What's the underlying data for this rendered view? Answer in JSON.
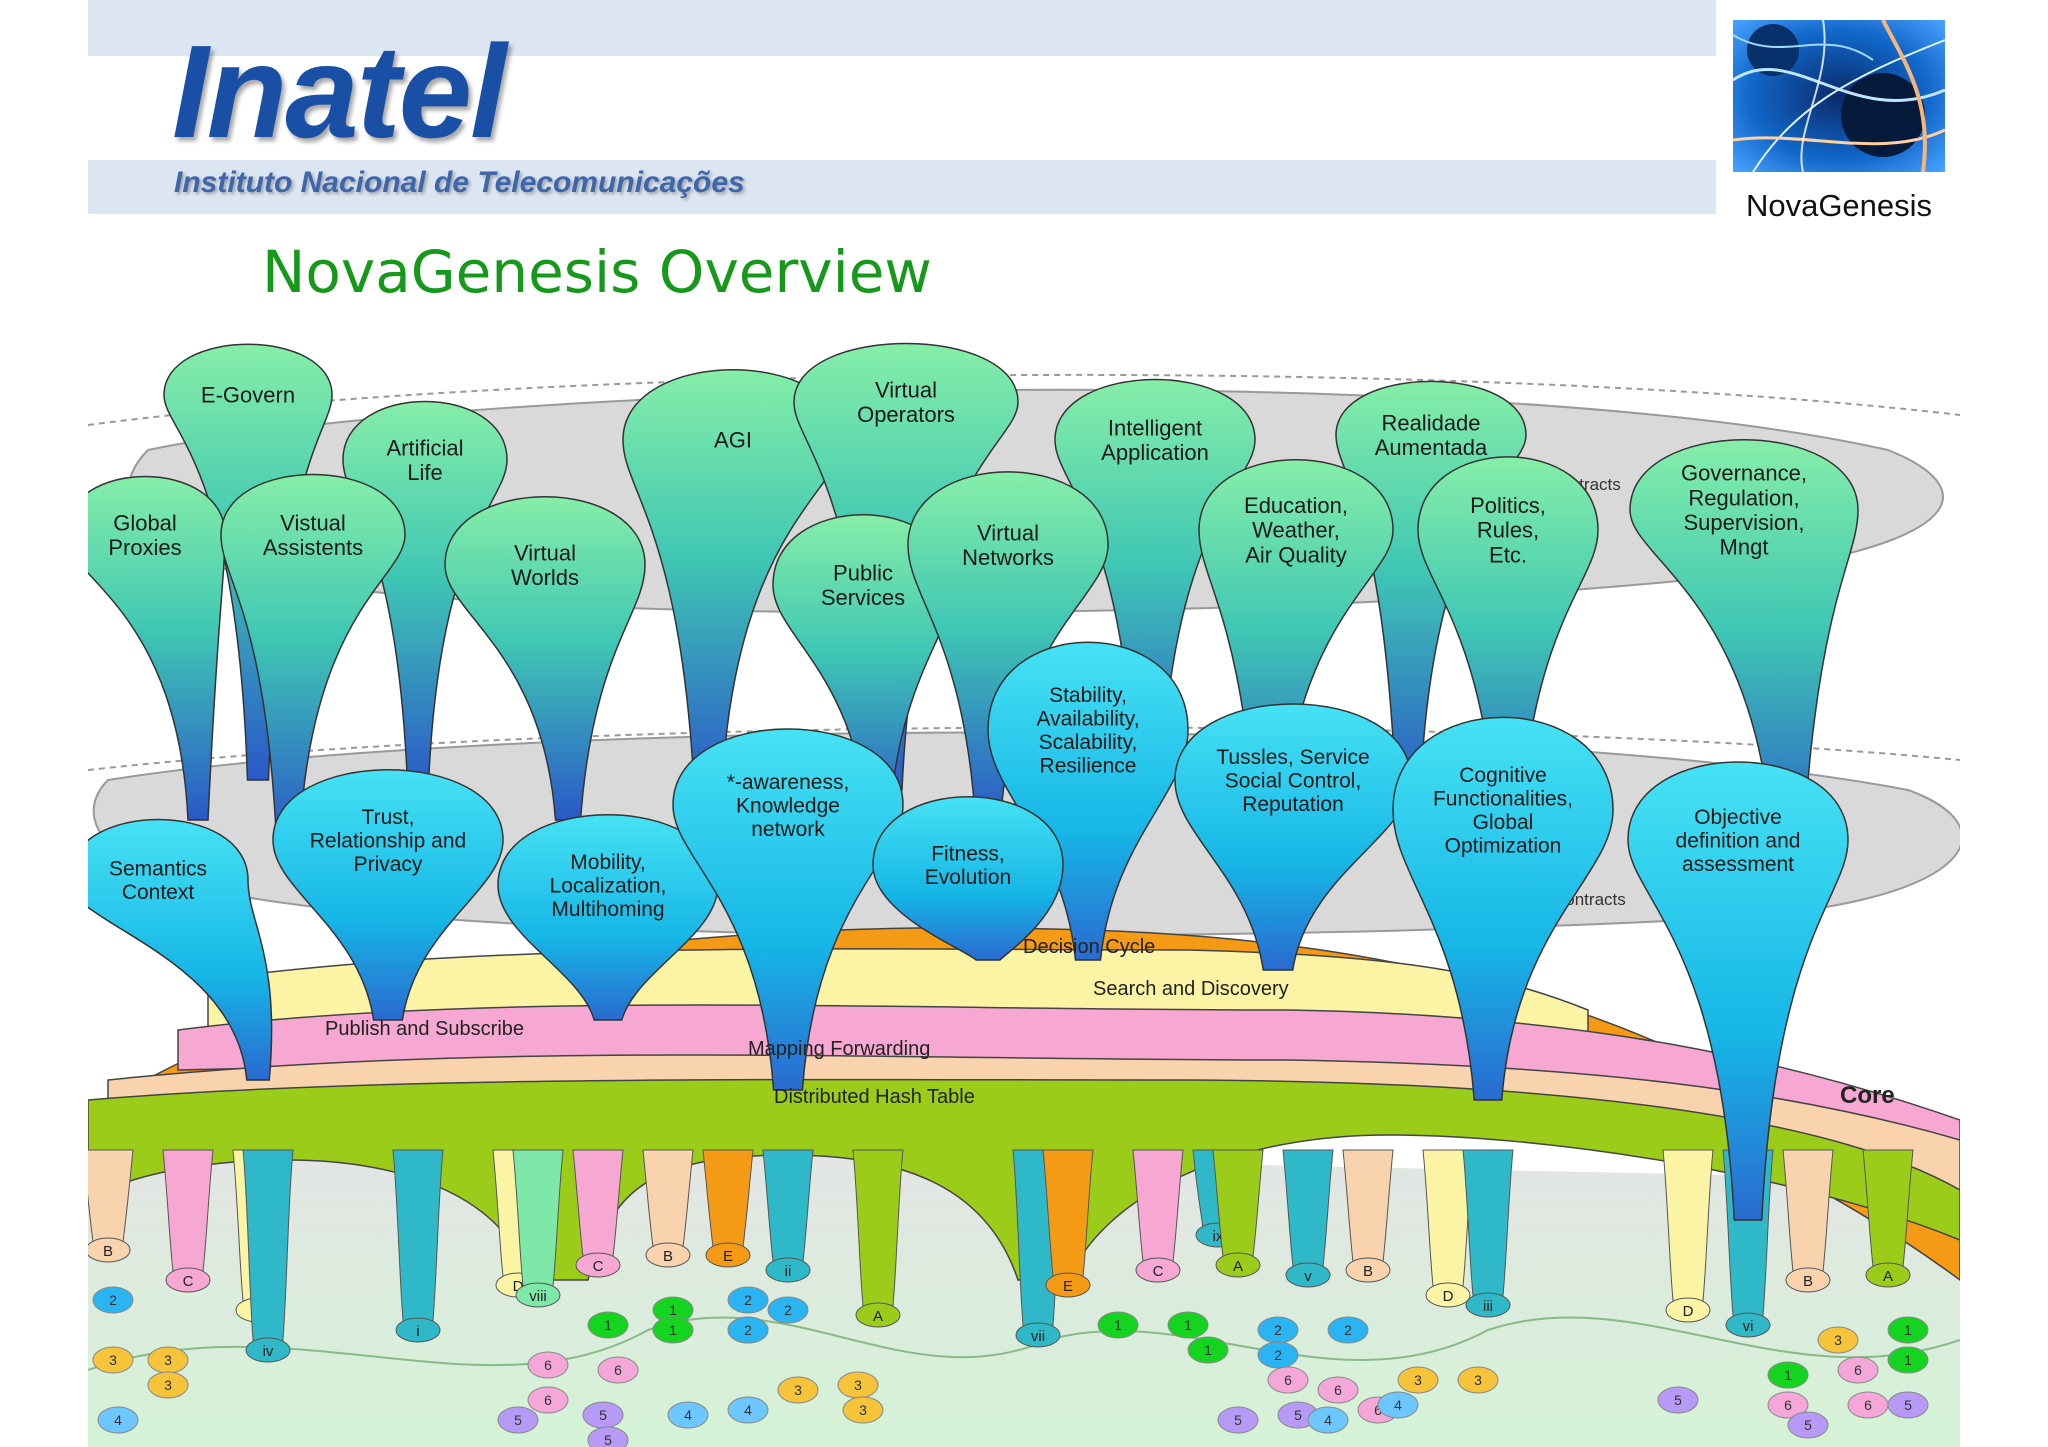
{
  "header": {
    "logo_name": "Inatel",
    "logo_subtitle": "Instituto Nacional de Telecomunicações",
    "project_name": "NovaGenesis"
  },
  "slide": {
    "title": "NovaGenesis Overview"
  },
  "diagram": {
    "plane_labels": {
      "contracts_upper": "Contracts",
      "contracts_lower": "Contracts",
      "core": "Core"
    },
    "layers": [
      "Decision Cycle",
      "Search and Discovery",
      "Publish and Subscribe",
      "Mapping Forwarding",
      "Distributed Hash Table"
    ],
    "upper_apps": [
      [
        "E-Govern"
      ],
      [
        "Artificial",
        "Life"
      ],
      [
        "AGI"
      ],
      [
        "Virtual",
        "Operators"
      ],
      [
        "Intelligent",
        "Application"
      ],
      [
        "Realidade",
        "Aumentada"
      ],
      [
        "Global",
        "Proxies"
      ],
      [
        "Vistual",
        "Assistents"
      ],
      [
        "Virtual",
        "Worlds"
      ],
      [
        "Public",
        "Services"
      ],
      [
        "Virtual",
        "Networks"
      ],
      [
        "Education,",
        "Weather,",
        "Air Quality"
      ],
      [
        "Politics,",
        "Rules,",
        "Etc."
      ],
      [
        "Governance,",
        "Regulation,",
        "Supervision,",
        "Mngt"
      ]
    ],
    "middle_services": [
      [
        "Semantics",
        "Context"
      ],
      [
        "Trust,",
        "Relationship and",
        "Privacy"
      ],
      [
        "Mobility,",
        "Localization,",
        "Multihoming"
      ],
      [
        "*-awareness,",
        "Knowledge",
        "network"
      ],
      [
        "Stability,",
        "Availability,",
        "Scalability,",
        "Resilience"
      ],
      [
        "Fitness,",
        "Evolution"
      ],
      [
        "Tussles, Service",
        "Social Control,",
        "Reputation"
      ],
      [
        "Cognitive",
        "Functionalities,",
        "Global",
        "Optimization"
      ],
      [
        "Objective",
        "definition and",
        "assessment"
      ]
    ],
    "bottom_nodes": [
      "B",
      "C",
      "D",
      "iv",
      "i",
      "D",
      "viii",
      "C",
      "B",
      "E",
      "ii",
      "A",
      "vii",
      "E",
      "C",
      "ix",
      "A",
      "v",
      "B",
      "D",
      "iii",
      "D",
      "vi",
      "B",
      "A",
      "2",
      "3",
      "3",
      "3",
      "4",
      "2",
      "1",
      "1",
      "1",
      "2",
      "2",
      "2",
      "6",
      "6",
      "6",
      "5",
      "5",
      "5",
      "4",
      "4",
      "3",
      "3",
      "3",
      "1",
      "1",
      "1",
      "2",
      "2",
      "2",
      "6",
      "6",
      "6",
      "5",
      "5",
      "4",
      "4",
      "3",
      "3",
      "3",
      "1",
      "1",
      "1",
      "6",
      "6",
      "6",
      "5",
      "5",
      "5"
    ],
    "colors": {
      "decision_cycle": "#f59a14",
      "search_discovery": "#fbf4a4",
      "publish_subscribe": "#f6a8d2",
      "mapping_forwarding": "#f8d3ad",
      "dht": "#9ccc1a",
      "app_top": "#7ee8a8",
      "app_mid": "#2fb8c8",
      "stem": "#2a58c8",
      "service_top": "#3fdcf2",
      "service_bottom": "#0fb0e6",
      "plane": "#d9d9d9"
    }
  }
}
